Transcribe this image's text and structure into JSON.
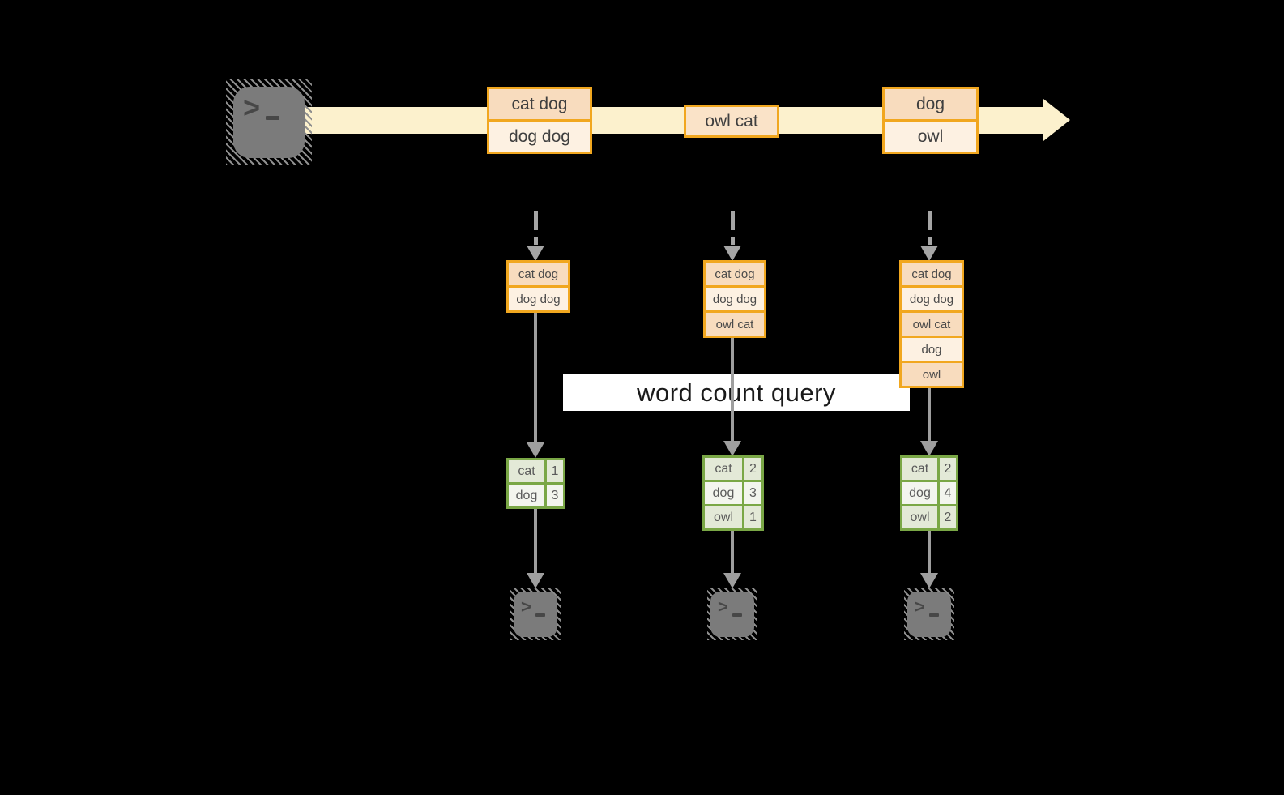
{
  "palette": {
    "background": "#000000",
    "stream_band": "#fcf1cd",
    "gold_border": "#f1a71f",
    "peach_fill": "#f8dcbe",
    "cream_fill": "#fdf1e2",
    "green_border": "#7aa746",
    "sage_cell": "#e3e9d7",
    "pale_cell": "#f3f5ee",
    "arrow_gray": "#9e9e9e",
    "terminal_gray": "#7b7b7b",
    "banner_bg": "#ffffff"
  },
  "icons": {
    "terminal": "terminal-prompt-icon",
    "prompt_char": ">"
  },
  "banner": {
    "label": "word count query"
  },
  "stream": {
    "messages": [
      {
        "lines": [
          "cat dog",
          "dog dog"
        ]
      },
      {
        "lines": [
          "owl cat"
        ]
      },
      {
        "lines": [
          "dog",
          "owl"
        ]
      }
    ]
  },
  "columns": [
    {
      "buffer": [
        "cat dog",
        "dog dog"
      ],
      "counts": [
        {
          "word": "cat",
          "count": "1"
        },
        {
          "word": "dog",
          "count": "3"
        }
      ]
    },
    {
      "buffer": [
        "cat dog",
        "dog dog",
        "owl cat"
      ],
      "counts": [
        {
          "word": "cat",
          "count": "2"
        },
        {
          "word": "dog",
          "count": "3"
        },
        {
          "word": "owl",
          "count": "1"
        }
      ]
    },
    {
      "buffer": [
        "cat dog",
        "dog dog",
        "owl cat",
        "dog",
        "owl"
      ],
      "counts": [
        {
          "word": "cat",
          "count": "2"
        },
        {
          "word": "dog",
          "count": "4"
        },
        {
          "word": "owl",
          "count": "2"
        }
      ]
    }
  ]
}
